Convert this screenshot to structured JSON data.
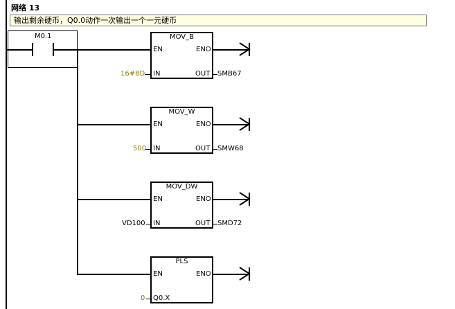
{
  "network": {
    "title": "网络 13",
    "comment": "输出剩余硬币，Q0.0动作一次输出一个一元硬币"
  },
  "contact": {
    "name": "M0.1"
  },
  "blocks": [
    {
      "name": "MOV_B",
      "en": "EN",
      "eno": "ENO",
      "in_pin": "IN",
      "out_pin": "OUT",
      "in_value": "16#8D",
      "out_value": "SMB67"
    },
    {
      "name": "MOV_W",
      "en": "EN",
      "eno": "ENO",
      "in_pin": "IN",
      "out_pin": "OUT",
      "in_value": "500",
      "out_value": "SMW68"
    },
    {
      "name": "MOV_DW",
      "en": "EN",
      "eno": "ENO",
      "in_pin": "IN",
      "out_pin": "OUT",
      "in_value": "VD100",
      "out_value": "SMD72"
    },
    {
      "name": "PLS",
      "en": "EN",
      "eno": "ENO",
      "in_pin": "Q0.X",
      "in_value": "0"
    }
  ]
}
